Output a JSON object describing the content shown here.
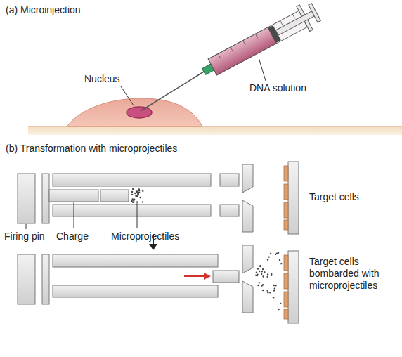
{
  "diagram": {
    "labels": [
      "(a) Microinjection",
      "Nucleus",
      "DNA solution",
      "(b) Transformation with microprojectiles",
      "Target cells",
      "Firing pin",
      "Charge",
      "Microprojectiles",
      "Target cells bombarded with microprojectiles"
    ]
  }
}
